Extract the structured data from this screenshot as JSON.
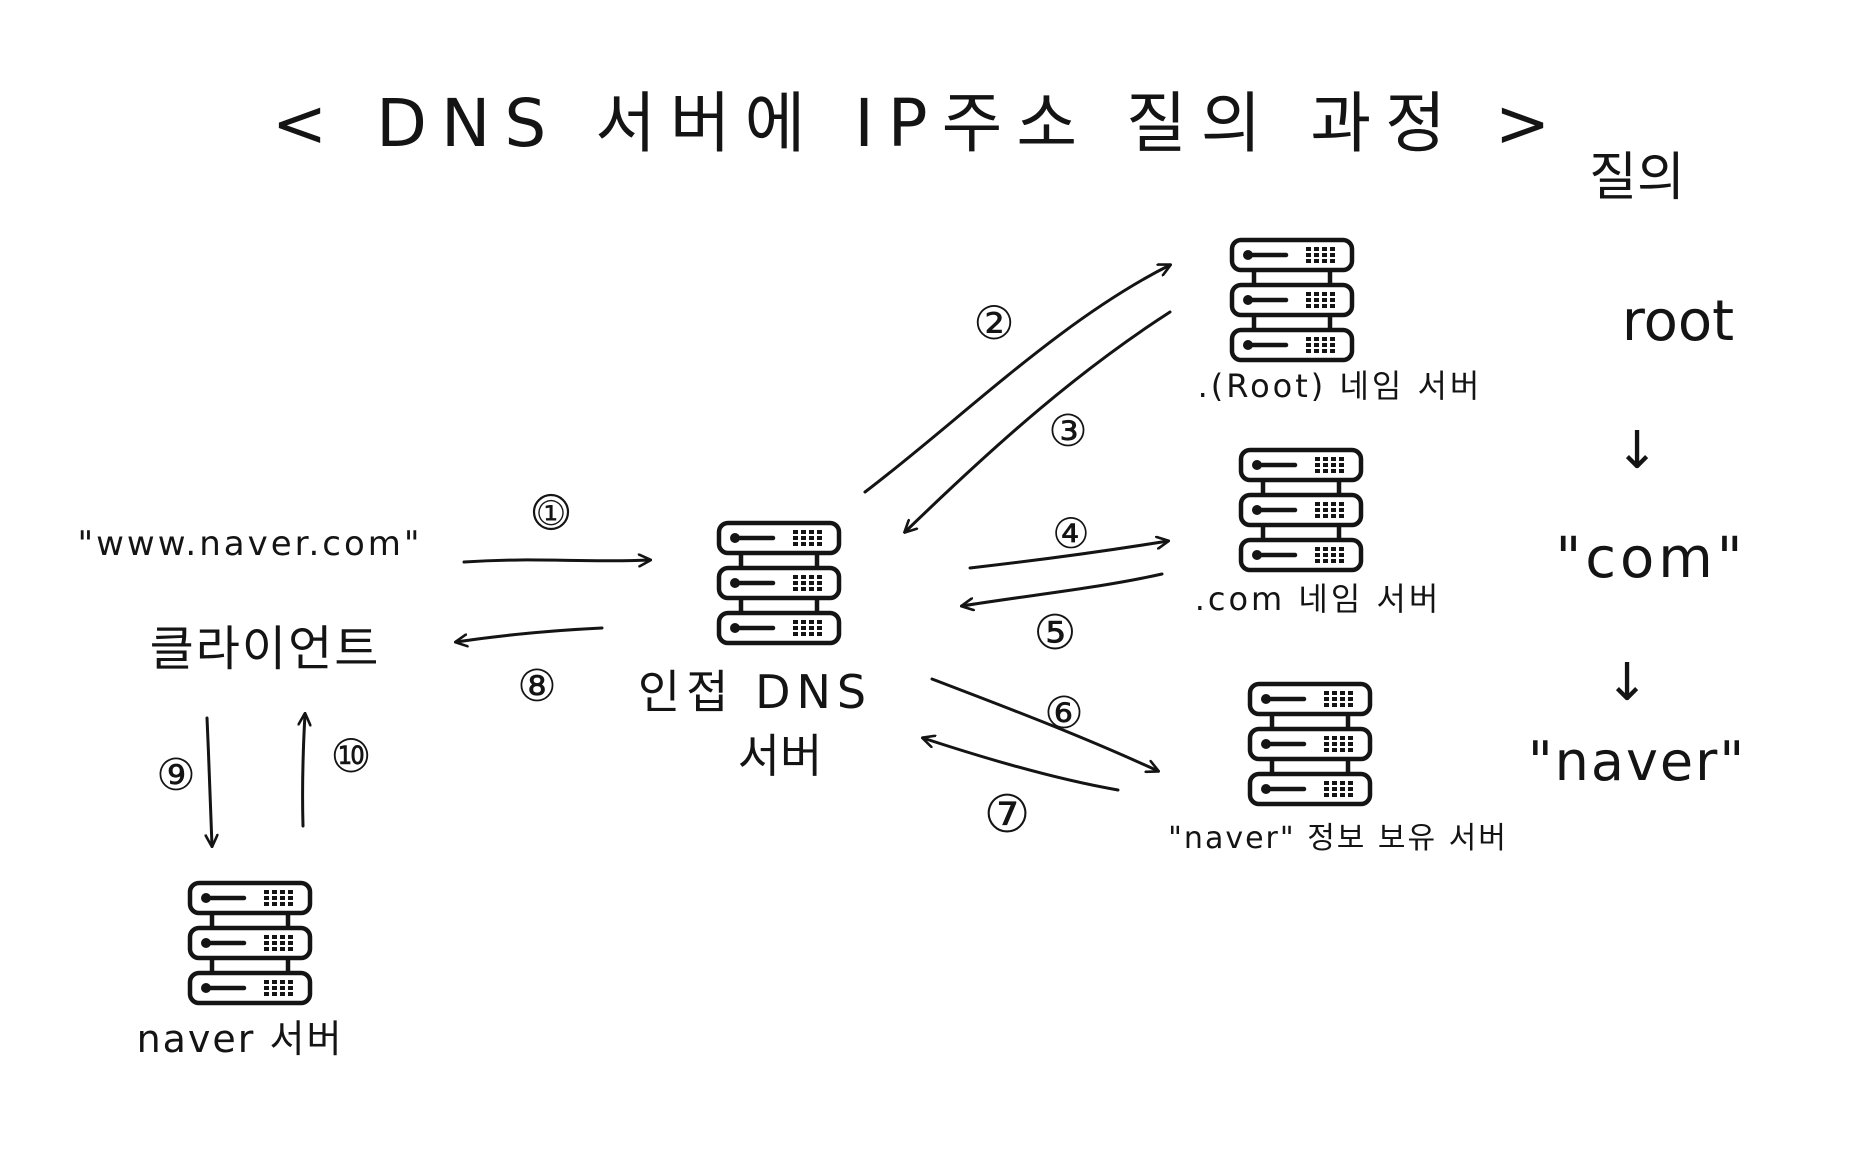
{
  "title": "< DNS 서버에 IP주소 질의 과정 >",
  "client": {
    "domain": "\"www.naver.com\"",
    "label": "클라이언트"
  },
  "servers": {
    "local_dns_line1": "인접 DNS",
    "local_dns_line2": "서버",
    "root": ".(Root) 네임 서버",
    "com": ".com 네임 서버",
    "naver_info": "\"naver\" 정보 보유 서버",
    "naver_web": "naver 서버"
  },
  "steps": [
    "①",
    "②",
    "③",
    "④",
    "⑤",
    "⑥",
    "⑦",
    "⑧",
    "⑨",
    "⑩"
  ],
  "query_order": {
    "heading": "질의",
    "items": [
      "root",
      "\"com\"",
      "\"naver\""
    ],
    "arrow": "↓"
  },
  "colors": {
    "ink": "#141414",
    "paper": "#ffffff"
  }
}
